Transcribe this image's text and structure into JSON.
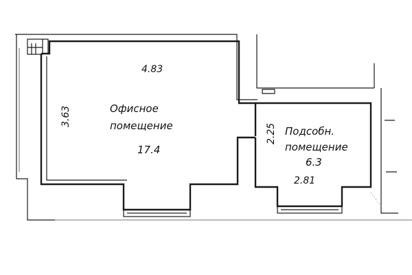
{
  "rooms": [
    {
      "name_line1": "Офисное",
      "name_line2": "помещение",
      "area": "17.4"
    },
    {
      "name_line1": "Подсобн.",
      "name_line2": "помещение",
      "area": "6.3"
    }
  ],
  "dimensions": {
    "office_width": "4.83",
    "office_height": "3.63",
    "utility_height": "2.25",
    "utility_width": "2.81"
  },
  "colors": {
    "lines": "#1a1a1a",
    "background": "#ffffff"
  }
}
